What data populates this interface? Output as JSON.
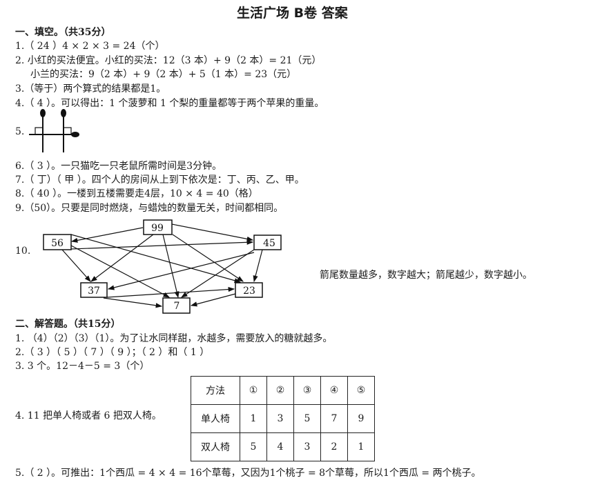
{
  "title": "生活广场 B卷 答案",
  "section1": {
    "heading": "一、填空。（共35分）",
    "lines": [
      "1.（ 24 ）4 × 2 × 3 = 24（个）",
      "2. 小红的买法便宜。小红的买法：12（3 本）+ 9（2 本）= 21（元）",
      "小兰的买法：9（2 本）+ 9（2 本）+ 5（1 本）= 23（元）",
      "3.（等于）两个算式的结果都是1。",
      "4.（ 4 ）。可以得出：1 个菠萝和 1 个梨的重量都等于两个苹果的重量。",
      "5.",
      "6.（ 3 ）。一只猫吃一只老鼠所需时间是3分钟。",
      "7.（ 丁）（ 甲 ）。四个人的房间从上到下依次是：丁、丙、乙、甲。",
      "8.（ 40 ）。一楼到五楼需要走4层，10 × 4 = 40（格）",
      "9.（50）。只要是同时燃烧，与蜡烛的数量无关，时间都相同。",
      "10."
    ],
    "diagram_nodes": [
      "99",
      "56",
      "45",
      "37",
      "23",
      "7"
    ],
    "diagram_note": "箭尾数量越多，数字越大；箭尾越少，数字越小。"
  },
  "section2": {
    "heading": "二、解答题。（共15分）",
    "lines": [
      "1. （4）（2）（3）（1）。为了让水同样甜，水越多，需要放入的糖就越多。",
      "2.（ 3 ）（ 5 ）（ 7 ）（ 9 ）；（ 2 ）和（ 1 ）",
      "3. 3 个。12－4－5 = 3（个）",
      "4. 11 把单人椅或者 6 把双人椅。",
      "5.（ 2 ）。可推出：1个西瓜 = 4 × 4 = 16个草莓，又因为1个桃子 = 8个草莓，所以1个西瓜 = 两个桃子。"
    ],
    "table": {
      "header": [
        "方法",
        "①",
        "②",
        "③",
        "④",
        "⑤"
      ],
      "rows": [
        [
          "单人椅",
          "1",
          "3",
          "5",
          "7",
          "9"
        ],
        [
          "双人椅",
          "5",
          "4",
          "3",
          "2",
          "1"
        ]
      ]
    }
  }
}
